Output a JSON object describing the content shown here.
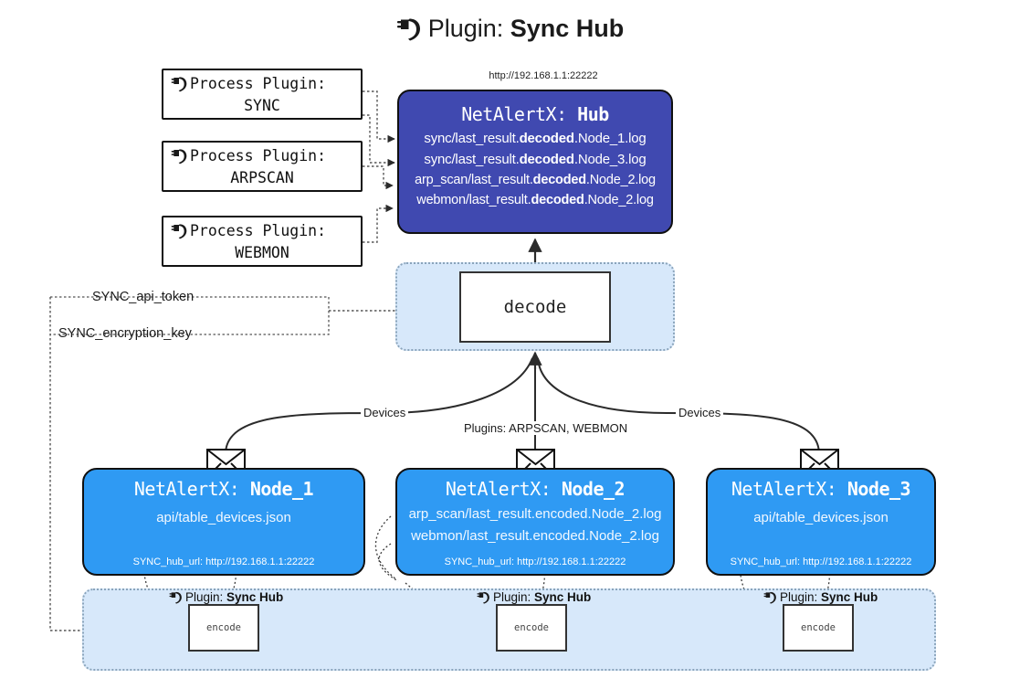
{
  "title": {
    "icon": "plug-icon",
    "lead": "Plugin: ",
    "strong": "Sync Hub"
  },
  "hub": {
    "url": "http://192.168.1.1:22222",
    "name_prefix": "NetAlertX: ",
    "name": "Hub",
    "lines": [
      {
        "pre": "sync/last_result.",
        "bold": "decoded",
        "post": ".Node_1.log"
      },
      {
        "pre": "sync/last_result.",
        "bold": "decoded",
        "post": ".Node_3.log"
      },
      {
        "pre": "arp_scan/last_result.",
        "bold": "decoded",
        "post": ".Node_2.log"
      },
      {
        "pre": "webmon/last_result.",
        "bold": "decoded",
        "post": ".Node_2.log"
      }
    ],
    "color": "#4049b0"
  },
  "process_plugins": [
    {
      "icon": "plug-icon",
      "label": "Process Plugin:",
      "name": "SYNC"
    },
    {
      "icon": "plug-icon",
      "label": "Process Plugin:",
      "name": "ARPSCAN"
    },
    {
      "icon": "plug-icon",
      "label": "Process Plugin:",
      "name": "WEBMON"
    }
  ],
  "decode": {
    "label": "decode",
    "container_color": "#d7e8fa"
  },
  "tokens": [
    {
      "label": "SYNC_api_token"
    },
    {
      "label": "SYNC_encryption_key"
    }
  ],
  "edge_labels": {
    "devices_left": "Devices",
    "devices_right": "Devices",
    "plugins": "Plugins: ARPSCAN, WEBMON"
  },
  "nodes": [
    {
      "icon": "envelope-icon",
      "name_prefix": "NetAlertX: ",
      "name": "Node_1",
      "lines": [
        "api/table_devices.json"
      ],
      "footer": "SYNC_hub_url: http://192.168.1.1:22222",
      "color": "#2f9af3"
    },
    {
      "icon": "envelope-icon",
      "name_prefix": "NetAlertX: ",
      "name": "Node_2",
      "lines": [
        "arp_scan/last_result.encoded.Node_2.log",
        "webmon/last_result.encoded.Node_2.log"
      ],
      "footer": "SYNC_hub_url: http://192.168.1.1:22222",
      "color": "#2f9af3"
    },
    {
      "icon": "envelope-icon",
      "name_prefix": "NetAlertX: ",
      "name": "Node_3",
      "lines": [
        "api/table_devices.json"
      ],
      "footer": "SYNC_hub_url: http://192.168.1.1:22222",
      "color": "#2f9af3"
    }
  ],
  "encoders": [
    {
      "icon": "plug-icon",
      "label_lead": "Plugin: ",
      "label_strong": "Sync Hub",
      "box": "encode"
    },
    {
      "icon": "plug-icon",
      "label_lead": "Plugin: ",
      "label_strong": "Sync Hub",
      "box": "encode"
    },
    {
      "icon": "plug-icon",
      "label_lead": "Plugin: ",
      "label_strong": "Sync Hub",
      "box": "encode"
    }
  ]
}
